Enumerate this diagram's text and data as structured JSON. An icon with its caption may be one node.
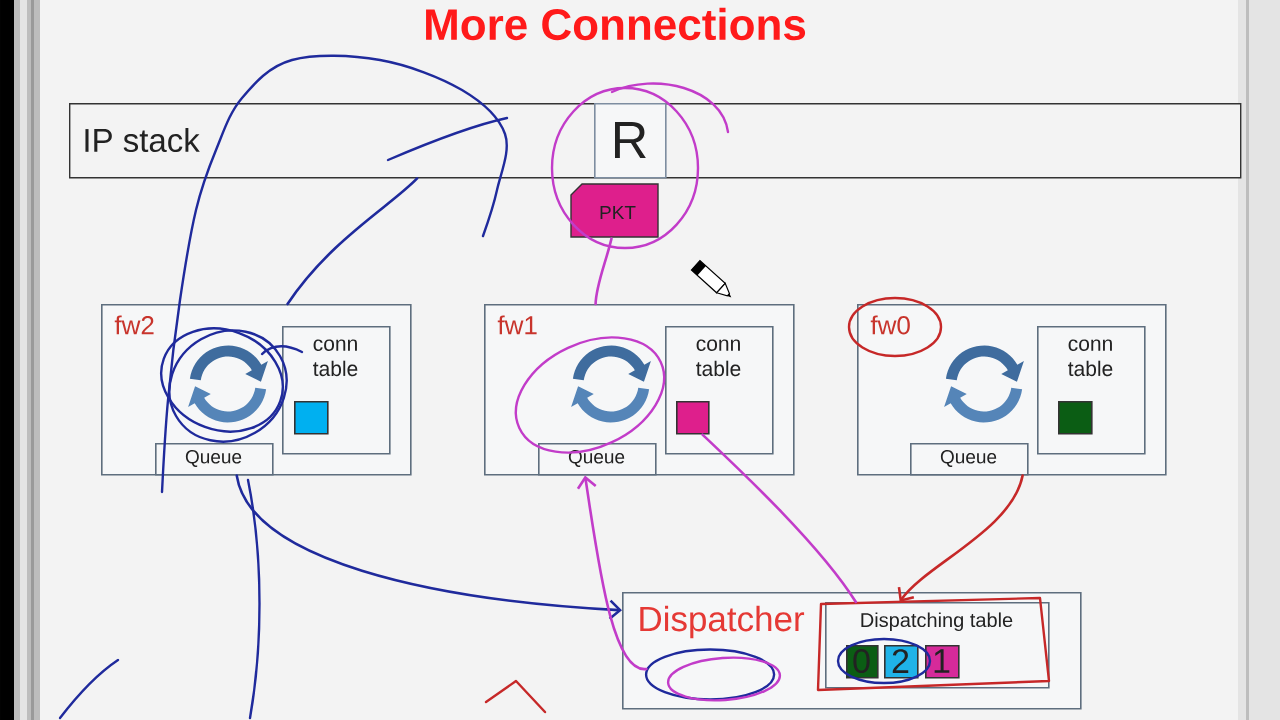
{
  "diagram": {
    "title": "More Connections",
    "nodes": [
      {
        "text": [
          "IP stack"
        ]
      },
      {
        "text": [
          "R"
        ],
        "in": 0
      },
      {
        "text": [
          "PKT"
        ]
      },
      {
        "text": [
          "fw2"
        ]
      },
      {
        "text": [
          "conn table"
        ],
        "in": 3
      },
      {
        "text": [],
        "shape": "box",
        "in": 4
      },
      {
        "text": [
          "Queue"
        ],
        "in": 3
      },
      {
        "text": [
          "fw1"
        ]
      },
      {
        "text": [
          "conn table"
        ],
        "in": 7
      },
      {
        "text": [],
        "shape": "box",
        "in": 8
      },
      {
        "text": [
          "Queue"
        ],
        "in": 7
      },
      {
        "text": [
          "fw0"
        ]
      },
      {
        "text": [
          "conn table"
        ],
        "in": 11
      },
      {
        "text": [],
        "shape": "box",
        "in": 12
      },
      {
        "text": [
          "Queue"
        ],
        "in": 11
      },
      {
        "text": [
          "Dispatcher"
        ]
      },
      {
        "text": [],
        "shape": "circle",
        "in": 15
      },
      {
        "text": [
          "Dispatching table"
        ],
        "in": 15
      },
      {
        "text": [
          "0"
        ],
        "in": 17
      },
      {
        "text": [
          "2"
        ],
        "in": 17
      },
      {
        "text": [
          "1"
        ],
        "in": 17
      }
    ],
    "edges": [
      {
        "from": 3,
        "to": 0,
        "arrow": "none",
        "color": "#1f2a9c"
      },
      {
        "from": 2,
        "to": 7,
        "arrow": "none",
        "color": "#c23cc9"
      },
      {
        "from": 6,
        "to": 15,
        "arrow": "to",
        "color": "#1f2a9c"
      },
      {
        "from": 16,
        "to": 10,
        "arrow": "to",
        "color": "#c23cc9"
      },
      {
        "from": 9,
        "to": 17,
        "arrow": "none",
        "color": "#c23cc9"
      },
      {
        "from": 14,
        "to": 17,
        "arrow": "to",
        "color": "#c62828"
      }
    ]
  }
}
